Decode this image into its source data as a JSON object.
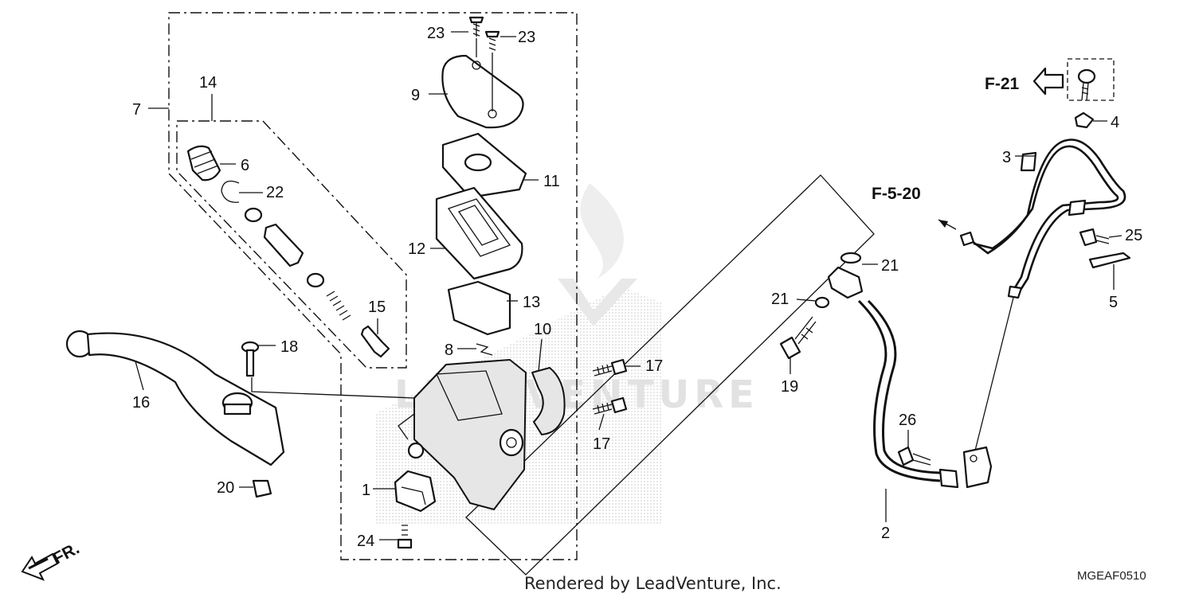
{
  "callouts": {
    "p1": "1",
    "p2": "2",
    "p3": "3",
    "p4": "4",
    "p5": "5",
    "p6": "6",
    "p7": "7",
    "p8": "8",
    "p9": "9",
    "p10": "10",
    "p11": "11",
    "p12": "12",
    "p13": "13",
    "p14": "14",
    "p15": "15",
    "p16": "16",
    "p17a": "17",
    "p17b": "17",
    "p18": "18",
    "p19": "19",
    "p20": "20",
    "p21a": "21",
    "p21b": "21",
    "p22": "22",
    "p23a": "23",
    "p23b": "23",
    "p24": "24",
    "p25": "25",
    "p26": "26"
  },
  "references": {
    "f21": "F-21",
    "f520": "F-5-20",
    "front": "FR."
  },
  "footer": {
    "credit": "Rendered by LeadVenture, Inc.",
    "diagram_code": "MGEAF0510"
  },
  "watermark": {
    "text": "LEADVENTURE"
  }
}
